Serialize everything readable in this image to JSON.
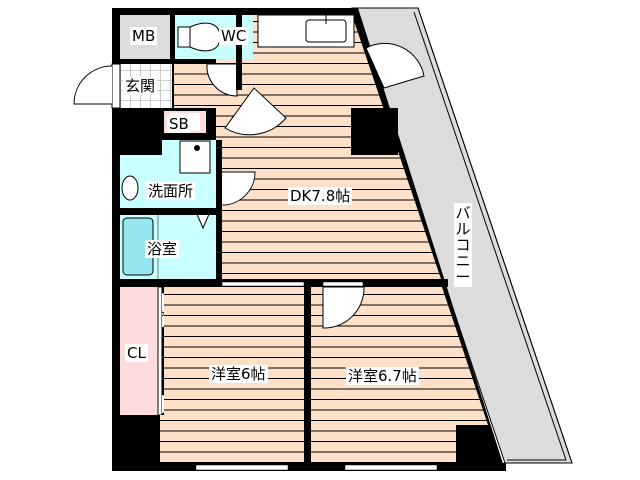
{
  "floorplan": {
    "rooms": {
      "mb": "MB",
      "wc": "WC",
      "entrance": "玄関",
      "sb": "SB",
      "washroom": "洗面所",
      "bath": "浴室",
      "dk": "DK7.8帖",
      "closet": "CL",
      "western1": "洋室6帖",
      "western2": "洋室6.7帖",
      "balcony": "バルコニー"
    },
    "colors": {
      "wall": "#000000",
      "floor": "#fde0c8",
      "floor_lines": "#000000",
      "wet_area": "#c8ffff",
      "closet": "#ffdcdc",
      "storage": "#dcdcdc",
      "balcony": "#dcdcdc",
      "entrance": "#ffffff"
    }
  }
}
